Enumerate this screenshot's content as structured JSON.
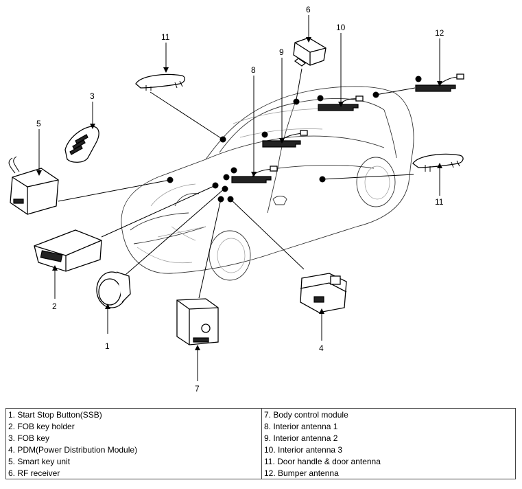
{
  "callouts": {
    "n1": "1",
    "n2": "2",
    "n3": "3",
    "n4": "4",
    "n5": "5",
    "n6": "6",
    "n7": "7",
    "n8": "8",
    "n9": "9",
    "n10": "10",
    "n11a": "11",
    "n11b": "11",
    "n12": "12"
  },
  "legend": {
    "left": [
      "1. Start Stop Button(SSB)",
      "2. FOB key holder",
      "3. FOB key",
      "4. PDM(Power Distribution Module)",
      "5. Smart key unit",
      "6. RF receiver"
    ],
    "right": [
      "7. Body control module",
      "8. Interior antenna 1",
      " 9. Interior antenna 2",
      "10. Interior antenna 3",
      "11. Door handle & door antenna",
      "12. Bumper antenna"
    ]
  }
}
